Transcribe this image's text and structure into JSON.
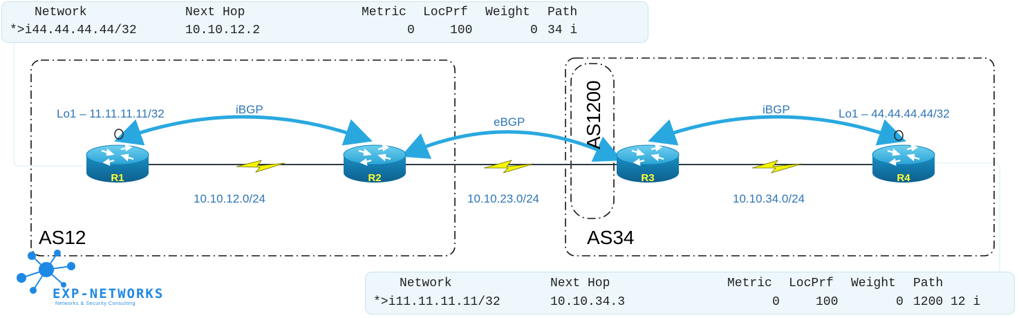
{
  "top_table": {
    "headers": {
      "network": "Network",
      "next_hop": "Next Hop",
      "metric": "Metric",
      "locprf": "LocPrf",
      "weight": "Weight",
      "path": "Path"
    },
    "row": {
      "network": "*>i44.44.44.44/32",
      "next_hop": "10.10.12.2",
      "metric": "0",
      "locprf": "100",
      "weight": "0",
      "path": "34 i"
    }
  },
  "bottom_table": {
    "headers": {
      "network": "Network",
      "next_hop": "Next Hop",
      "metric": "Metric",
      "locprf": "LocPrf",
      "weight": "Weight",
      "path": "Path"
    },
    "row": {
      "network": "*>i11.11.11.11/32",
      "next_hop": "10.10.34.3",
      "metric": "0",
      "locprf": "100",
      "weight": "0",
      "path": "1200 12 i"
    }
  },
  "routers": [
    {
      "name": "R1"
    },
    {
      "name": "R2"
    },
    {
      "name": "R3"
    },
    {
      "name": "R4"
    }
  ],
  "labels": {
    "lo1_r1": "Lo1 – 11.11.11.11/32",
    "lo1_r4": "Lo1 – 44.44.44.44/32",
    "ibgp_left": "iBGP",
    "ibgp_right": "iBGP",
    "ebgp": "eBGP",
    "link_12": "10.10.12.0/24",
    "link_23": "10.10.23.0/24",
    "link_34": "10.10.34.0/24"
  },
  "as_labels": {
    "as12": "AS12",
    "as34": "AS34",
    "as1200": "AS1200"
  },
  "logo": {
    "name": "EXP-NETWORKS",
    "tagline": "Networks & Security Consulting"
  },
  "colors": {
    "accent": "#2e75b6",
    "arrow": "#29a8e0",
    "router": "#1f97c7",
    "serial": "#f5f500",
    "table_bg": "#eef7fb"
  }
}
